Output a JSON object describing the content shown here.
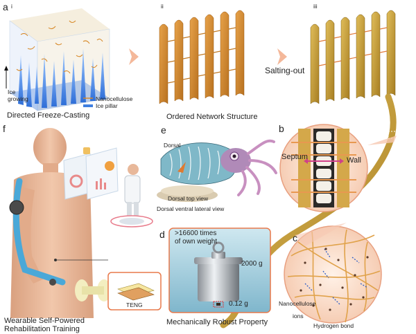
{
  "panels": {
    "a": {
      "letter": "a",
      "sub_i": "i",
      "sub_ii": "ii",
      "sub_iii": "iii",
      "ice_growing": "Ice\ngrowing",
      "legend_nanocellulose": "Nanocellulose",
      "legend_ice_pillar": "Ice pillar",
      "caption_freeze": "Directed Freeze-Casting",
      "caption_ordered": "Ordered Network Structure",
      "salting_out": "Salting-out"
    },
    "b": {
      "letter": "b",
      "septum": "Septum",
      "wall": "Wall"
    },
    "c": {
      "letter": "c",
      "nanocellulose": "Nanocellulose",
      "ions": "ions",
      "hydrogen_bond": "Hydrogen bond"
    },
    "d": {
      "letter": "d",
      "claim": ">16600 times\nof own weight",
      "weight_big": "2000 g",
      "weight_small": "0.12 g",
      "caption": "Mechanically Robust Property"
    },
    "e": {
      "letter": "e",
      "dorsal": "Dorsal",
      "dorsal_top": "Dorsal top view",
      "dorsal_ventral": "Dorsal ventral lateral view"
    },
    "f": {
      "letter": "f",
      "teng": "TENG",
      "caption": "Wearable Self-Powered\nRehabilitation Training"
    }
  },
  "colors": {
    "ice": "#3f7fe0",
    "cellulose": "#d88a2a",
    "gold": "#c8a040",
    "orange_border": "#e8784a",
    "arrow": "#f0a080",
    "body": "#e9b89a",
    "device": "#4aa8d8"
  }
}
